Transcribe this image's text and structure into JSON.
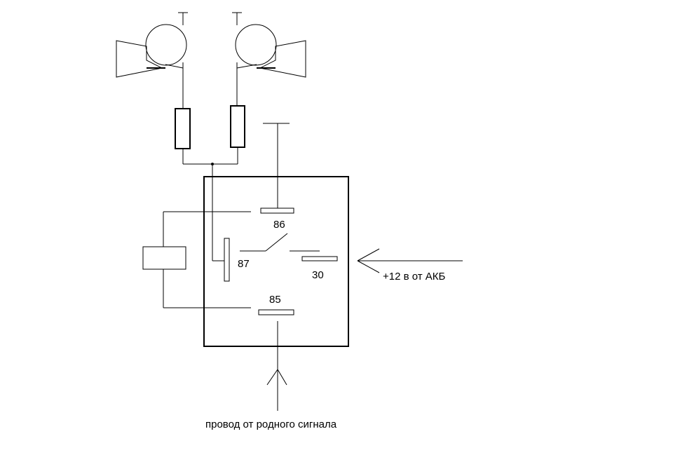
{
  "pins": {
    "p86": "86",
    "p87": "87",
    "p30": "30",
    "p85": "85"
  },
  "labels": {
    "battery": "+12 в от АКБ",
    "signal_wire": "провод от родного сигнала"
  }
}
